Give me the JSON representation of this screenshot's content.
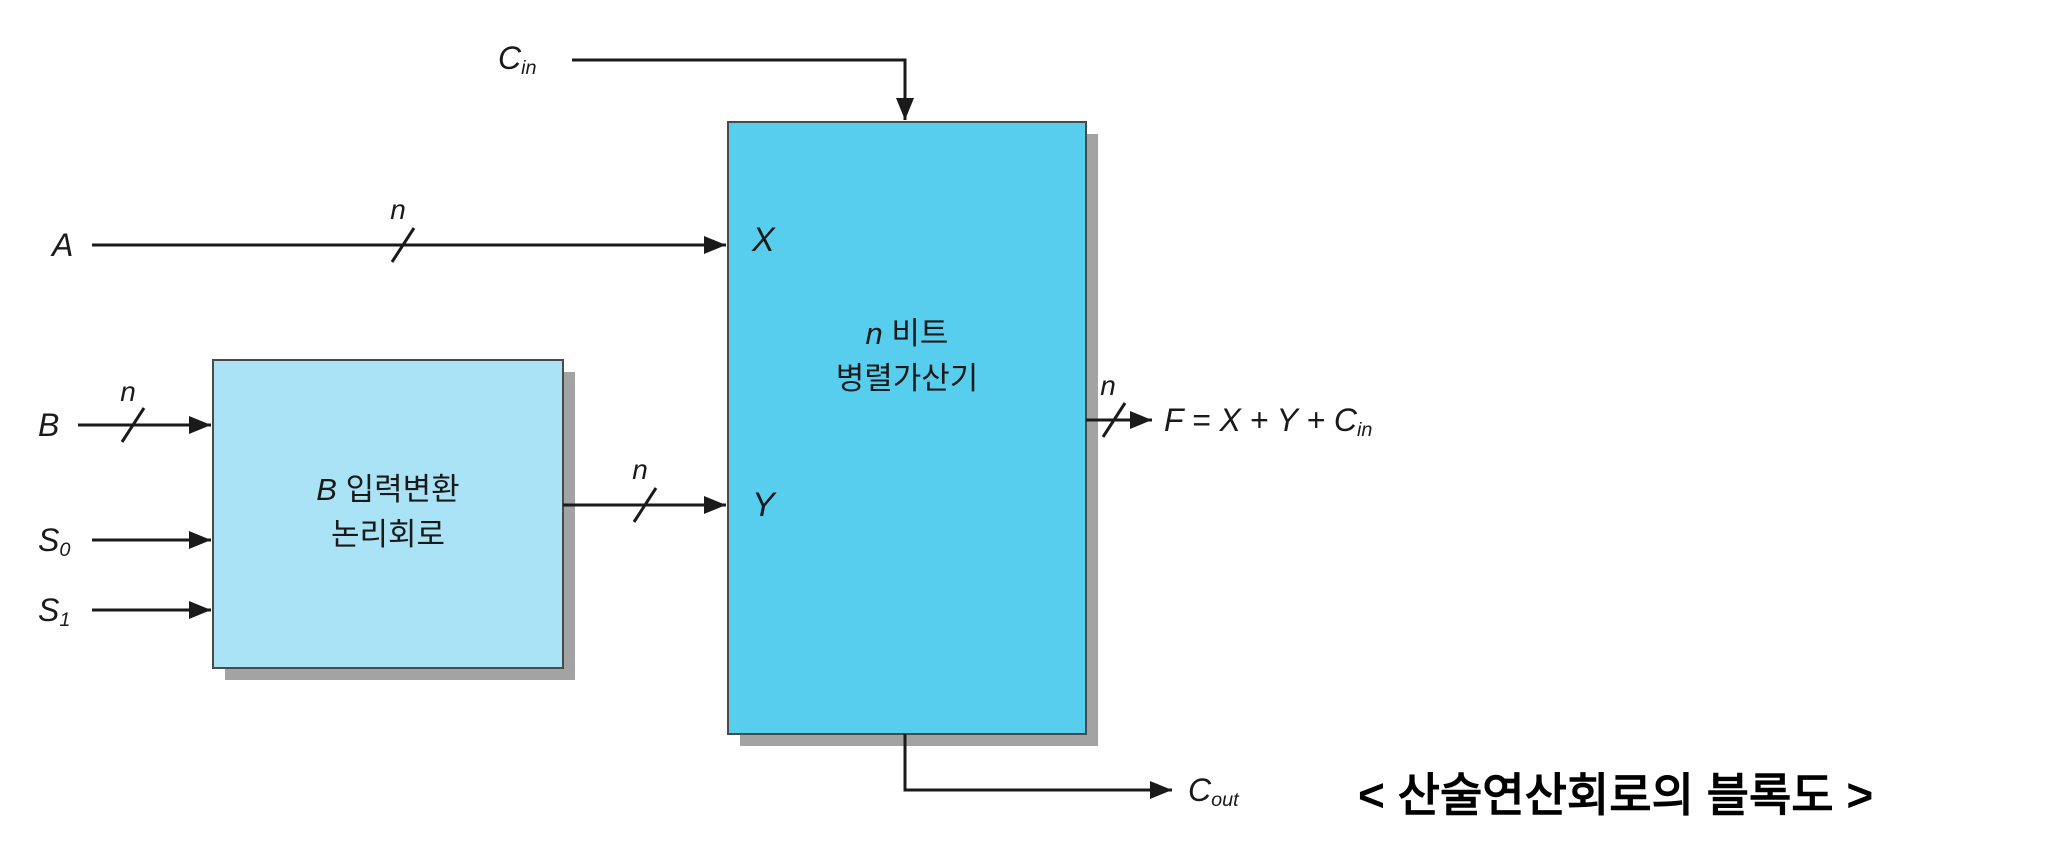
{
  "diagram": {
    "inputs": {
      "a": {
        "main": "A"
      },
      "b": {
        "main": "B"
      },
      "s0": {
        "main": "S",
        "sub": "0"
      },
      "s1": {
        "main": "S",
        "sub": "1"
      },
      "cin": {
        "main": "C",
        "sub": "in"
      }
    },
    "adder": {
      "port_x": "X",
      "port_y": "Y",
      "title_var": "n",
      "title_line1_rest": " 비트",
      "title_line2": "병렬가산기"
    },
    "b_logic": {
      "label_var": "B",
      "label_line1_rest": " 입력변환",
      "label_line2": "논리회로"
    },
    "outputs": {
      "f": {
        "main": "F = X + Y + C",
        "sub": "in"
      },
      "cout": {
        "main": "C",
        "sub": "out"
      }
    },
    "bus_width_label": "n",
    "caption": "< 산술연산회로의 블록도 >",
    "colors": {
      "adder_fill": "#58CEEF",
      "b_logic_fill": "#AAE2F6",
      "shadow": "#a3a3a3",
      "line": "#1a1a1a",
      "box_stroke": "#4a4a4a"
    }
  }
}
